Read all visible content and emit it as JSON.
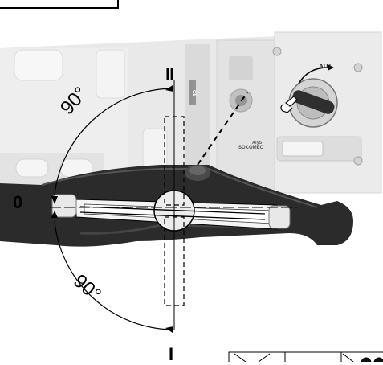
{
  "diagram": {
    "positions": {
      "top": "II",
      "left": "0",
      "bottom": "I"
    },
    "angles": {
      "upper": "90°",
      "lower": "90°"
    },
    "selector_label": "AUT",
    "device_marks": {
      "ce": "CE",
      "brand": "SOCOMEC",
      "model": "ATyS"
    }
  },
  "colors": {
    "handle": "#2b2b2b",
    "housing": "#e6e6e6",
    "outline": "#000000"
  },
  "icons": [
    "hand-pointer-icon",
    "rotary-selector-icon",
    "double-arrow-icon"
  ]
}
